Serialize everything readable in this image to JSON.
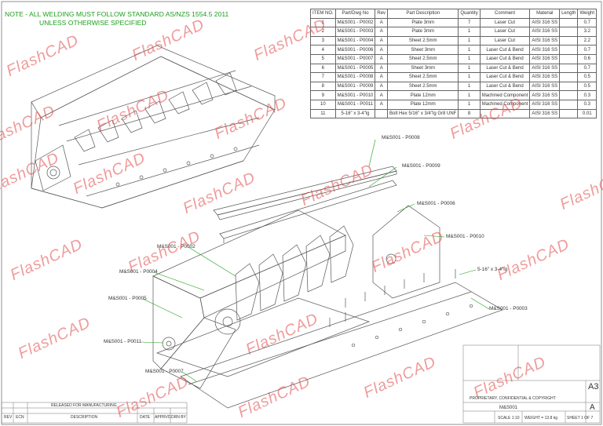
{
  "note": {
    "line1": "NOTE - ALL WELDING MUST FOLLOW STANDARD AS/NZS 1554.5 2011",
    "line2": "UNLESS OTHERWISE SPECIFIED"
  },
  "bom": {
    "headers": [
      "ITEM NO.",
      "Part/Dwg No",
      "Rev",
      "Part Description",
      "Quantity",
      "Comment",
      "Material",
      "Length",
      "Weight"
    ],
    "rows": [
      [
        "1",
        "M&S001 - P0002",
        "A",
        "Plate 3mm",
        "7",
        "Laser Cut",
        "AISI 316 SS",
        "",
        "0.7"
      ],
      [
        "2",
        "M&S001 - P0003",
        "A",
        "Plate 3mm",
        "1",
        "Laser Cut",
        "AISI 316 SS",
        "",
        "3.2"
      ],
      [
        "3",
        "M&S001 - P0004",
        "A",
        "Sheet 2.5mm",
        "1",
        "Laser Cut",
        "AISI 316 SS",
        "",
        "2.2"
      ],
      [
        "4",
        "M&S001 - P0006",
        "A",
        "Sheet 3mm",
        "1",
        "Laser Cut & Bend",
        "AISI 316 SS",
        "",
        "0.7"
      ],
      [
        "5",
        "M&S001 - P0007",
        "A",
        "Sheet 2.5mm",
        "1",
        "Laser Cut & Bend",
        "AISI 316 SS",
        "",
        "0.6"
      ],
      [
        "6",
        "M&S001 - P0005",
        "A",
        "Sheet 3mm",
        "1",
        "Laser Cut & Bend",
        "AISI 316 SS",
        "",
        "0.7"
      ],
      [
        "7",
        "M&S001 - P0008",
        "A",
        "Sheet 2.5mm",
        "1",
        "Laser Cut & Bend",
        "AISI 316 SS",
        "",
        "0.5"
      ],
      [
        "8",
        "M&S001 - P0009",
        "A",
        "Sheet 2.5mm",
        "1",
        "Laser Cut & Bend",
        "AISI 316 SS",
        "",
        "0.5"
      ],
      [
        "9",
        "M&S001 - P0010",
        "A",
        "Plate 12mm",
        "1",
        "Machined Component",
        "AISI 316 SS",
        "",
        "0.3"
      ],
      [
        "10",
        "M&S001 - P0011",
        "A",
        "Plate 12mm",
        "1",
        "Machined Component",
        "AISI 316 SS",
        "",
        "0.3"
      ],
      [
        "11",
        "5-16\" x 3-4\"lg",
        "",
        "Bolt Hex 5/16\" x 3/4\"lg Gr8 UNF",
        "8",
        "",
        "AISI 316 SS",
        "",
        "0.01"
      ]
    ]
  },
  "callouts": [
    "M&S001 - P0008",
    "M&S001 - P0009",
    "M&S001 - P0006",
    "M&S001 - P0010",
    "M&S001 - P0002",
    "M&S001 - P0004",
    "M&S001 - P0005",
    "5-16\" x 3-4\"lg",
    "M&S001 - P0003",
    "M&S001 - P0011",
    "M&S001 - P0007"
  ],
  "watermark": "FlashCAD",
  "title_block": {
    "revision_note": "RELEASED FOR MANUFACTURING",
    "rev_col": "REV",
    "ecn_col": "ECN",
    "description_col": "DESCRIPTION",
    "date_col": "DATE",
    "apprvd_col": "APPRVD",
    "drn_col": "DRN BY",
    "scale": "SCALE 1:10",
    "weight": "WEIGHT = 13.8 kg",
    "sheet": "SHEET 1 OF 7",
    "size": "A3",
    "rev": "A",
    "proprietary": "PROPRIETARY, CONFIDENTIAL & COPYRIGHT",
    "drawing_no": "M&S001"
  },
  "colors": {
    "line": "#555555",
    "callout_line": "#1fa01f",
    "note_text": "#1fa01f",
    "watermark": "#e34b4b"
  }
}
